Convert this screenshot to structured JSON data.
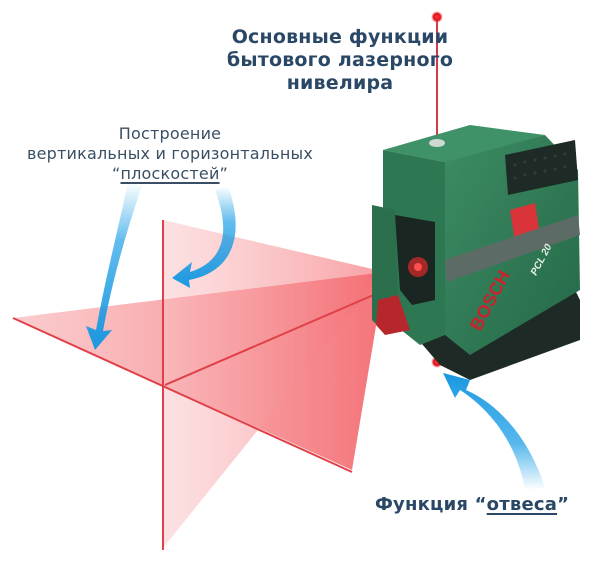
{
  "diagram": {
    "title": {
      "line1": "Основные функции",
      "line2": "бытового лазерного нивелира"
    },
    "planes_label": {
      "line1": "Построение",
      "line2": "вертикальных и горизонтальных",
      "quote_open": "“",
      "emphasis": "плоскостей",
      "quote_close": "”"
    },
    "plumb_label": {
      "prefix": "Функция ",
      "quote_open": "“",
      "emphasis": "отвеса",
      "quote_close": "”"
    },
    "device": {
      "brand": "BOSCH",
      "model": "PCL 20"
    },
    "colors": {
      "text": "#2a4866",
      "laser": "#e8262e",
      "laser_plane": "#f47a7e",
      "arrow": "#1ea0e6",
      "device_body": "#2f7a55",
      "device_dark": "#1d2a26"
    }
  }
}
